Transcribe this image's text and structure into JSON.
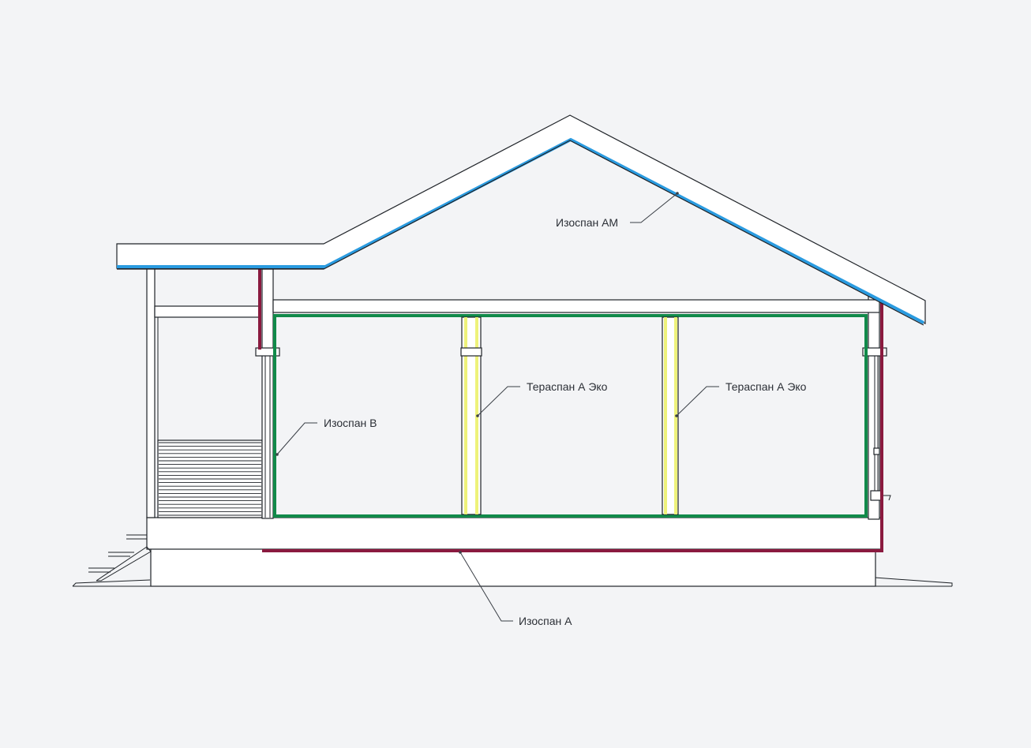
{
  "colors": {
    "background": "#f3f4f6",
    "line": "#1f2328",
    "wall_fill": "#ffffff",
    "roof_membrane": "#2a9be0",
    "outer_membrane": "#8a1a3f",
    "vapor_barrier": "#118a4a",
    "partition_membrane": "#eef27a"
  },
  "labels": {
    "roof": "Изоспан АМ",
    "interior_wall": "Изоспан В",
    "partition_1": "Тераспан А Эко",
    "partition_2": "Тераспан А Эко",
    "foundation": "Изоспан А"
  }
}
